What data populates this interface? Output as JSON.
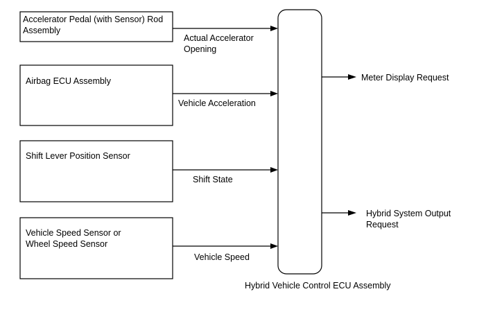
{
  "inputs": [
    {
      "box_lines": [
        "Accelerator Pedal (with Sensor) Rod",
        "Assembly"
      ],
      "signal_lines": [
        "Actual Accelerator",
        "Opening"
      ]
    },
    {
      "box_lines": [
        "Airbag ECU Assembly"
      ],
      "signal_lines": [
        "Vehicle Acceleration"
      ]
    },
    {
      "box_lines": [
        "Shift Lever Position Sensor"
      ],
      "signal_lines": [
        "Shift State"
      ]
    },
    {
      "box_lines": [
        "Vehicle Speed Sensor or",
        "Wheel Speed Sensor"
      ],
      "signal_lines": [
        "Vehicle Speed"
      ]
    }
  ],
  "ecu": {
    "label": "Hybrid Vehicle Control ECU Assembly"
  },
  "outputs": [
    {
      "lines": [
        "Meter Display Request"
      ]
    },
    {
      "lines": [
        "Hybrid System Output",
        "Request"
      ]
    }
  ]
}
